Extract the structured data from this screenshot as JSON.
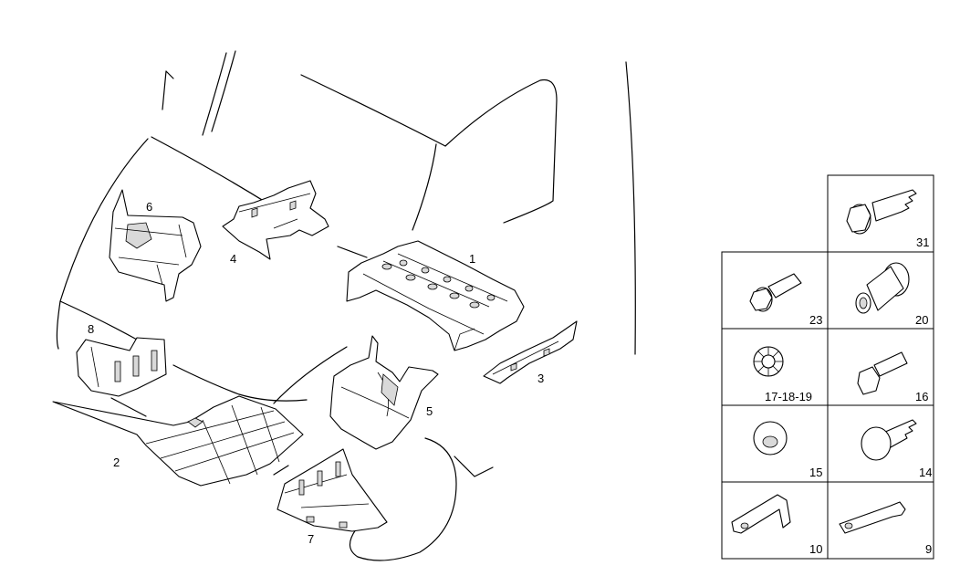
{
  "diagram": {
    "callouts": [
      {
        "id": "1",
        "text": "1"
      },
      {
        "id": "2",
        "text": "2"
      },
      {
        "id": "3",
        "text": "3"
      },
      {
        "id": "4",
        "text": "4"
      },
      {
        "id": "5",
        "text": "5"
      },
      {
        "id": "6",
        "text": "6"
      },
      {
        "id": "7",
        "text": "7"
      },
      {
        "id": "8",
        "text": "8"
      }
    ]
  },
  "legend": {
    "cells": [
      {
        "id": "31",
        "text": "31",
        "icon": "self-tapping-flange-screw-icon"
      },
      {
        "id": "23",
        "text": "23",
        "icon": "flange-bolt-icon"
      },
      {
        "id": "20",
        "text": "20",
        "icon": "expanding-nut-icon"
      },
      {
        "id": "17-18-19",
        "text": "17-18-19",
        "icon": "spring-washer-clip-icon"
      },
      {
        "id": "16",
        "text": "16",
        "icon": "hex-bolt-icon"
      },
      {
        "id": "15",
        "text": "15",
        "icon": "push-clip-icon"
      },
      {
        "id": "14",
        "text": "14",
        "icon": "round-head-screw-icon"
      },
      {
        "id": "10",
        "text": "10",
        "icon": "angle-bracket-icon"
      },
      {
        "id": "9",
        "text": "9",
        "icon": "flat-bracket-icon"
      }
    ]
  }
}
